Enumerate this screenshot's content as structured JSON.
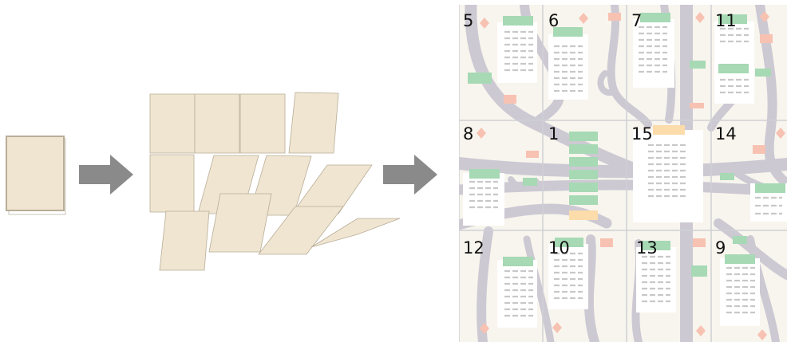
{
  "colors": {
    "paper": "#efe5d1",
    "paper_edge": "#b9ad97",
    "arrow": "#8a8a8a",
    "map_bg": "#f8f5ee",
    "grid_line": "#cfd0d4",
    "road": "#cdc9d3",
    "note_green": "#a6d9b4",
    "note_orange": "#fbdcaa",
    "note_pink": "#f7c2b2",
    "doc": "#ffffff",
    "doc_line": "#c8c8c8"
  },
  "icons": {
    "flow_arrow_1": "right-arrow-icon",
    "flow_arrow_2": "right-arrow-icon"
  },
  "panel_labels": [
    "5",
    "6",
    "7",
    "11",
    "8",
    "1",
    "15",
    "14",
    "12",
    "10",
    "13",
    "9"
  ]
}
